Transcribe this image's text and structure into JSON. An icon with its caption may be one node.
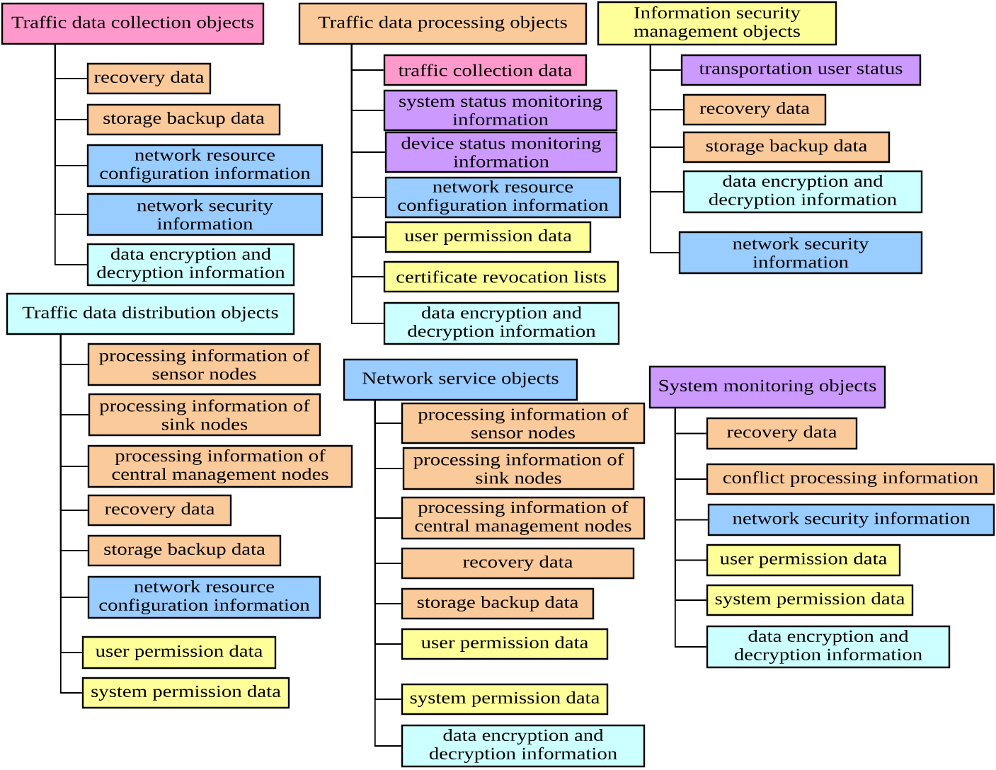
{
  "diagram": {
    "nodes": [
      {
        "text": [
          "Traffic data collection objects"
        ]
      },
      {
        "text": [
          "recovery data"
        ]
      },
      {
        "text": [
          "storage backup data"
        ]
      },
      {
        "text": [
          "network resource configuration information"
        ]
      },
      {
        "text": [
          "network security information"
        ]
      },
      {
        "text": [
          "data encryption and decryption information"
        ]
      },
      {
        "text": [
          "Traffic data processing objects"
        ]
      },
      {
        "text": [
          "traffic collection data"
        ]
      },
      {
        "text": [
          "system status monitoring information"
        ]
      },
      {
        "text": [
          "device status monitoring information"
        ]
      },
      {
        "text": [
          "network resource configuration information"
        ]
      },
      {
        "text": [
          "user permission data"
        ]
      },
      {
        "text": [
          "certificate revocation lists"
        ]
      },
      {
        "text": [
          "data encryption and decryption information"
        ]
      },
      {
        "text": [
          "Information security management objects"
        ]
      },
      {
        "text": [
          "transportation user status"
        ]
      },
      {
        "text": [
          "recovery data"
        ]
      },
      {
        "text": [
          "storage backup data"
        ]
      },
      {
        "text": [
          "data encryption and decryption information"
        ]
      },
      {
        "text": [
          "network security information"
        ]
      },
      {
        "text": [
          "Traffic data distribution objects"
        ]
      },
      {
        "text": [
          "processing information of sensor nodes"
        ]
      },
      {
        "text": [
          "processing information of sink nodes"
        ]
      },
      {
        "text": [
          "processing information of central management nodes"
        ]
      },
      {
        "text": [
          "recovery data"
        ]
      },
      {
        "text": [
          "storage backup data"
        ]
      },
      {
        "text": [
          "network resource configuration information"
        ]
      },
      {
        "text": [
          "user permission data"
        ]
      },
      {
        "text": [
          "system permission data"
        ]
      },
      {
        "text": [
          "Network service objects"
        ]
      },
      {
        "text": [
          "processing information of sensor nodes"
        ]
      },
      {
        "text": [
          "processing information of sink nodes"
        ]
      },
      {
        "text": [
          "processing information of central management nodes"
        ]
      },
      {
        "text": [
          "recovery data"
        ]
      },
      {
        "text": [
          "storage backup data"
        ]
      },
      {
        "text": [
          "user permission data"
        ]
      },
      {
        "text": [
          "system permission data"
        ]
      },
      {
        "text": [
          "data encryption and decryption information"
        ]
      },
      {
        "text": [
          "System monitoring objects"
        ]
      },
      {
        "text": [
          "recovery data"
        ]
      },
      {
        "text": [
          "conflict processing information"
        ]
      },
      {
        "text": [
          "network security information"
        ]
      },
      {
        "text": [
          "user permission data"
        ]
      },
      {
        "text": [
          "system permission data"
        ]
      },
      {
        "text": [
          "data encryption and decryption information"
        ]
      }
    ],
    "edges": [
      {
        "from": 0,
        "to": 1,
        "arrow": "none"
      },
      {
        "from": 0,
        "to": 2,
        "arrow": "none"
      },
      {
        "from": 0,
        "to": 3,
        "arrow": "none"
      },
      {
        "from": 0,
        "to": 4,
        "arrow": "none"
      },
      {
        "from": 0,
        "to": 5,
        "arrow": "none"
      },
      {
        "from": 6,
        "to": 7,
        "arrow": "none"
      },
      {
        "from": 6,
        "to": 8,
        "arrow": "none"
      },
      {
        "from": 6,
        "to": 9,
        "arrow": "none"
      },
      {
        "from": 6,
        "to": 10,
        "arrow": "none"
      },
      {
        "from": 6,
        "to": 11,
        "arrow": "none"
      },
      {
        "from": 6,
        "to": 12,
        "arrow": "none"
      },
      {
        "from": 6,
        "to": 13,
        "arrow": "none"
      },
      {
        "from": 14,
        "to": 15,
        "arrow": "none"
      },
      {
        "from": 14,
        "to": 16,
        "arrow": "none"
      },
      {
        "from": 14,
        "to": 17,
        "arrow": "none"
      },
      {
        "from": 14,
        "to": 18,
        "arrow": "none"
      },
      {
        "from": 14,
        "to": 19,
        "arrow": "none"
      },
      {
        "from": 20,
        "to": 21,
        "arrow": "none"
      },
      {
        "from": 20,
        "to": 22,
        "arrow": "none"
      },
      {
        "from": 20,
        "to": 23,
        "arrow": "none"
      },
      {
        "from": 20,
        "to": 24,
        "arrow": "none"
      },
      {
        "from": 20,
        "to": 25,
        "arrow": "none"
      },
      {
        "from": 20,
        "to": 26,
        "arrow": "none"
      },
      {
        "from": 20,
        "to": 27,
        "arrow": "none"
      },
      {
        "from": 20,
        "to": 28,
        "arrow": "none"
      },
      {
        "from": 29,
        "to": 30,
        "arrow": "none"
      },
      {
        "from": 29,
        "to": 31,
        "arrow": "none"
      },
      {
        "from": 29,
        "to": 32,
        "arrow": "none"
      },
      {
        "from": 29,
        "to": 33,
        "arrow": "none"
      },
      {
        "from": 29,
        "to": 34,
        "arrow": "none"
      },
      {
        "from": 29,
        "to": 35,
        "arrow": "none"
      },
      {
        "from": 29,
        "to": 36,
        "arrow": "none"
      },
      {
        "from": 29,
        "to": 37,
        "arrow": "none"
      },
      {
        "from": 38,
        "to": 39,
        "arrow": "none"
      },
      {
        "from": 38,
        "to": 40,
        "arrow": "none"
      },
      {
        "from": 38,
        "to": 41,
        "arrow": "none"
      },
      {
        "from": 38,
        "to": 42,
        "arrow": "none"
      },
      {
        "from": 38,
        "to": 43,
        "arrow": "none"
      },
      {
        "from": 38,
        "to": 44,
        "arrow": "none"
      }
    ]
  }
}
